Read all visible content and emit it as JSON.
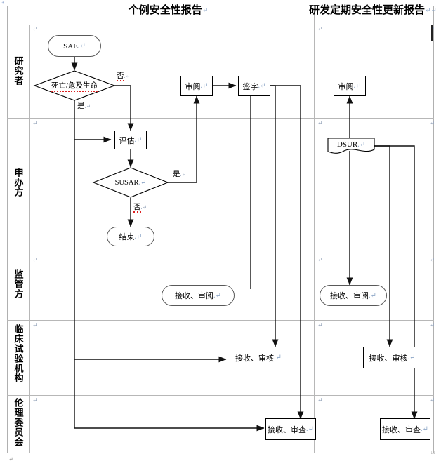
{
  "document": {
    "type": "swimlane-flowchart",
    "title_columns": [
      {
        "label": "个例安全性报告",
        "mark": "↵"
      },
      {
        "label": "研发定期安全性更新报告",
        "mark": "↵↵"
      }
    ],
    "row_labels": [
      {
        "label": "研究者",
        "mark": "↵"
      },
      {
        "label": "申办方",
        "mark": "↵"
      },
      {
        "label": "监管方",
        "mark": "↵"
      },
      {
        "label": "临床试验机构",
        "mark": "↵"
      },
      {
        "label": "伦理委员会",
        "mark": "↵"
      }
    ],
    "cell_marks": "↵"
  },
  "nodes": {
    "sae": {
      "label": "SAE",
      "mark": ".↵",
      "shape": "terminator",
      "lane": "研究者",
      "column": "个例安全性报告"
    },
    "decision_death": {
      "label": "死亡/危及生命",
      "shape": "decision",
      "lane": "研究者",
      "column": "个例安全性报告"
    },
    "review_left": {
      "label": "审阅",
      "mark": ".↵",
      "shape": "process",
      "lane": "研究者",
      "column": "个例安全性报告"
    },
    "sign_left": {
      "label": "签字",
      "mark": ".↵",
      "shape": "process",
      "lane": "研究者",
      "column": "个例安全性报告"
    },
    "review_right": {
      "label": "审阅",
      "mark": ".↵",
      "shape": "process",
      "lane": "研究者",
      "column": "研发定期安全性更新报告"
    },
    "assess": {
      "label": "评估",
      "mark": ".↵",
      "shape": "process",
      "lane": "申办方",
      "column": "个例安全性报告"
    },
    "decision_susar": {
      "label": "SUSAR",
      "mark": ".↵",
      "shape": "decision",
      "lane": "申办方",
      "column": "个例安全性报告"
    },
    "end": {
      "label": "结束",
      "mark": ".↵",
      "shape": "terminator",
      "lane": "申办方",
      "column": "个例安全性报告"
    },
    "dsur": {
      "label": "DSUR",
      "mark": ".↵",
      "shape": "document",
      "lane": "申办方",
      "column": "研发定期安全性更新报告"
    },
    "regulator_left": {
      "label": "接收、审阅",
      "mark": ".↵",
      "shape": "terminator",
      "lane": "监管方",
      "column": "个例安全性报告"
    },
    "regulator_right": {
      "label": "接收、审阅",
      "mark": ".↵",
      "shape": "terminator",
      "lane": "监管方",
      "column": "研发定期安全性更新报告"
    },
    "site_left": {
      "label": "接收、审核",
      "mark": ".↵",
      "shape": "process",
      "lane": "临床试验机构",
      "column": "个例安全性报告"
    },
    "site_right": {
      "label": "接收、审核",
      "mark": ".↵",
      "shape": "process",
      "lane": "临床试验机构",
      "column": "研发定期安全性更新报告"
    },
    "ec_left": {
      "label": "接收、审查",
      "mark": ".↵",
      "shape": "process",
      "lane": "伦理委员会",
      "column": "个例安全性报告"
    },
    "ec_right": {
      "label": "接收、审查",
      "mark": ".↵",
      "shape": "process",
      "lane": "伦理委员会",
      "column": "研发定期安全性更新报告"
    }
  },
  "edge_labels": {
    "death_no": {
      "text": "否",
      "mark": ".↵"
    },
    "death_yes": {
      "text": "是",
      "mark": ".↵"
    },
    "susar_yes": {
      "text": "是",
      "mark": ".↵"
    },
    "susar_no": {
      "text": "否",
      "mark": ".↵"
    }
  },
  "colors": {
    "shape_stroke": "#000000",
    "terminator_stroke": "#595959",
    "grid": "#b7b7b7",
    "paper": "#ffffff",
    "mark": "#9aa8bd",
    "spell_underline": "#dd2222"
  }
}
